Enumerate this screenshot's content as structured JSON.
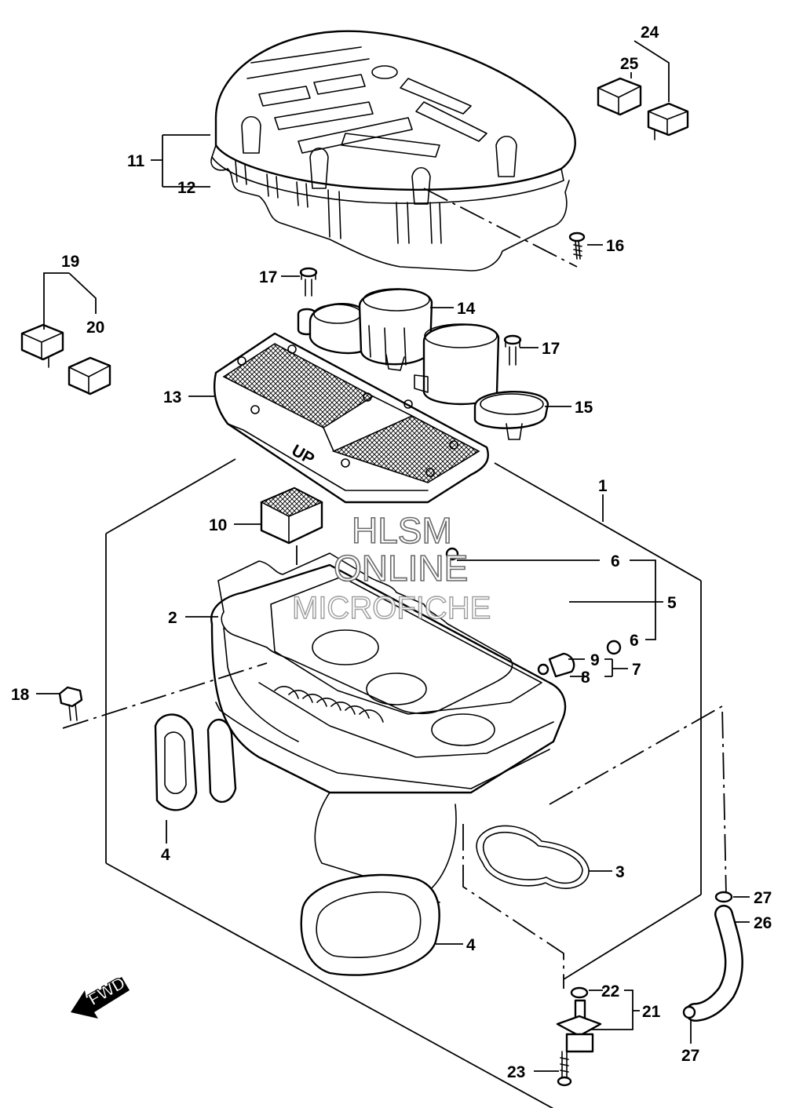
{
  "callouts": {
    "c1": "1",
    "c2": "2",
    "c3": "3",
    "c4a": "4",
    "c4b": "4",
    "c5": "5",
    "c6a": "6",
    "c6b": "6",
    "c7": "7",
    "c8": "8",
    "c9": "9",
    "c10": "10",
    "c11": "11",
    "c12": "12",
    "c13": "13",
    "c14": "14",
    "c15": "15",
    "c16": "16",
    "c17a": "17",
    "c17b": "17",
    "c18": "18",
    "c19": "19",
    "c20": "20",
    "c21": "21",
    "c22": "22",
    "c23": "23",
    "c24": "24",
    "c25": "25",
    "c26": "26",
    "c27a": "27",
    "c27b": "27"
  },
  "watermark": {
    "line1": "HLSM",
    "line2": "ONLINE",
    "line3": "MICROFICHE"
  },
  "fwd_label": "FWD",
  "filter_text": "UP"
}
